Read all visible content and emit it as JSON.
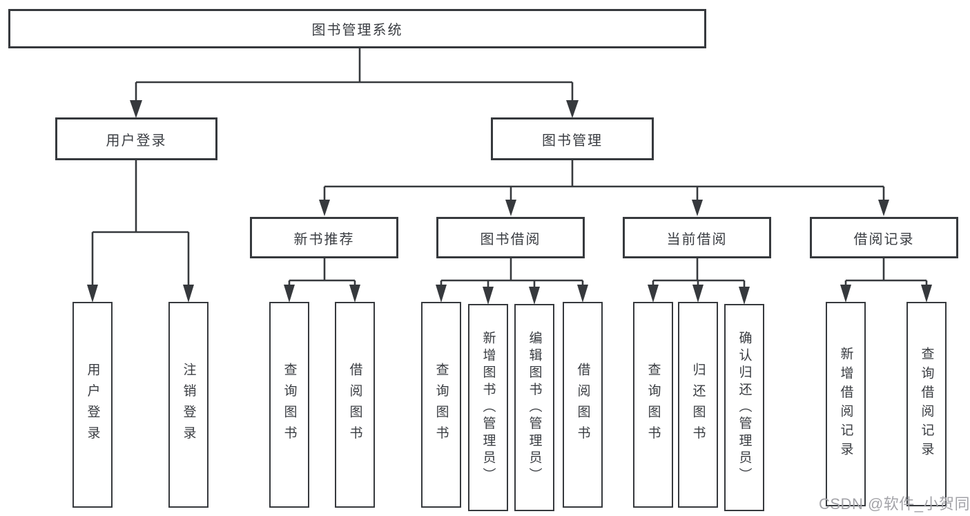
{
  "tree": {
    "root": {
      "label": "图书管理系统"
    },
    "branches": [
      {
        "label": "用户登录",
        "children": [
          {
            "label": "用户登录"
          },
          {
            "label": "注销登录"
          }
        ]
      },
      {
        "label": "图书管理",
        "children": [
          {
            "label": "新书推荐",
            "children": [
              {
                "label": "查询图书"
              },
              {
                "label": "借阅图书"
              }
            ]
          },
          {
            "label": "图书借阅",
            "children": [
              {
                "label": "查询图书"
              },
              {
                "label": "新增图书（管理员）"
              },
              {
                "label": "编辑图书（管理员）"
              },
              {
                "label": "借阅图书"
              }
            ]
          },
          {
            "label": "当前借阅",
            "children": [
              {
                "label": "查询图书"
              },
              {
                "label": "归还图书"
              },
              {
                "label": "确认归还（管理员）"
              }
            ]
          },
          {
            "label": "借阅记录",
            "children": [
              {
                "label": "新增借阅记录"
              },
              {
                "label": "查询借阅记录"
              }
            ]
          }
        ]
      }
    ]
  },
  "watermark": {
    "text": "CSDN @软件_小贺同学"
  },
  "colors": {
    "line": "#36393d",
    "text": "#3a3d42",
    "watermark": "#a3a3a8",
    "background": "#ffffff"
  }
}
